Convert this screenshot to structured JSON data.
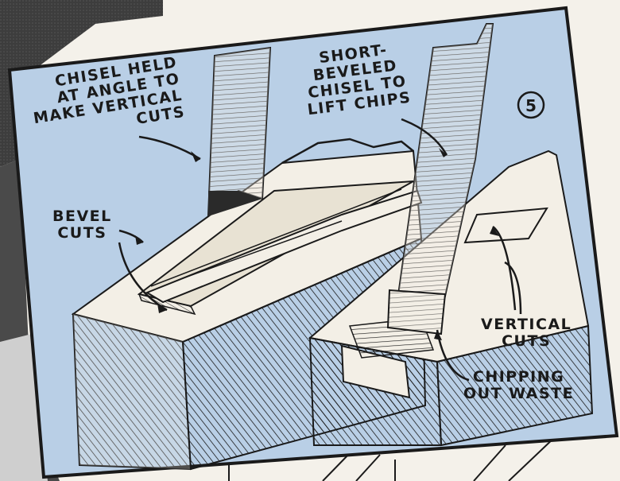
{
  "figure_number": "5",
  "labels": {
    "chisel_held": [
      "CHISEL HELD",
      "AT ANGLE TO",
      "MAKE VERTICAL",
      "CUTS"
    ],
    "short_beveled": [
      "SHORT-",
      "BEVELED",
      "CHISEL TO",
      "LIFT CHIPS"
    ],
    "bevel_cuts": [
      "BEVEL",
      "CUTS"
    ],
    "vertical_cuts": [
      "VERTICAL",
      "CUTS"
    ],
    "chipping": [
      "CHIPPING",
      "OUT WASTE"
    ]
  },
  "colors": {
    "panel_background": "#b9cfe6",
    "ink": "#1a1a1a",
    "wood_face": "#f3efe6",
    "photo_dark": "#3a3a3a"
  }
}
